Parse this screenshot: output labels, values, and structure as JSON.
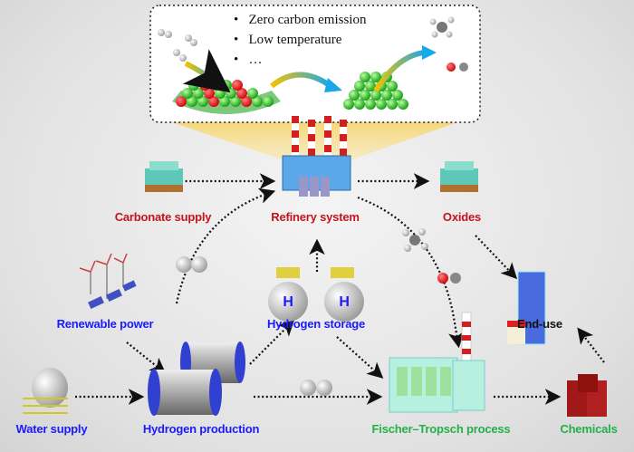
{
  "top_box": {
    "bullets": [
      "Zero carbon emission",
      "Low temperature",
      "…"
    ]
  },
  "nodes": {
    "carbonate_supply": "Carbonate supply",
    "refinery_system": "Refinery system",
    "oxides": "Oxides",
    "renewable_power": "Renewable power",
    "hydrogen_storage": "Hydrogen storage",
    "end_use": "End-use",
    "water_supply": "Water supply",
    "hydrogen_production": "Hydrogen production",
    "fischer_tropsch": "Fischer–Tropsch process",
    "chemicals": "Chemicals"
  },
  "tank_letter": "H",
  "colors": {
    "red_labels": "#c4141c",
    "blue_labels": "#1a1aff",
    "green_labels": "#22b04a",
    "arrow": "#111111"
  }
}
